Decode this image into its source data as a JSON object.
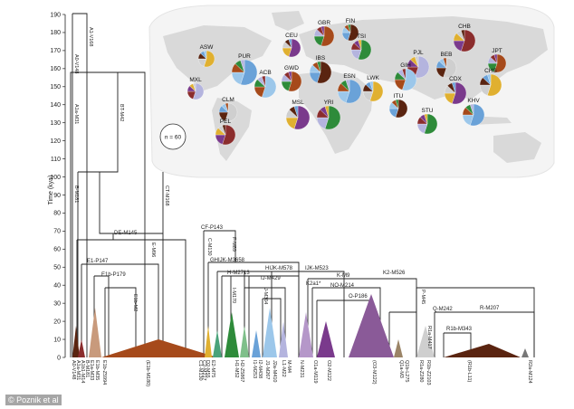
{
  "axis": {
    "ylabel": "Time (kya)",
    "ticks": [
      "190",
      "180",
      "170",
      "160",
      "150",
      "140",
      "130",
      "120",
      "110",
      "100",
      "90",
      "80",
      "70",
      "60",
      "50",
      "40",
      "30",
      "20",
      "10",
      "0"
    ]
  },
  "branch_labels": {
    "a0_v148": "A0-V148",
    "a1_v168": "A1-V168",
    "a1a_m31": "A1a-M31",
    "bt_m42": "BT-M42",
    "b_m181": "B-M181",
    "ct_m168": "CT-M168",
    "de_m145": "DE-M145",
    "e_m96": "E-M96",
    "cf_p143": "CF-P143",
    "c_m130": "C-M130",
    "f_m89": "F-M89",
    "e1_p147": "E1-P147",
    "e1b_p179": "E1b-P179",
    "e1b_m2": "E1b-M2",
    "ghijk_m3658": "GHIJK-M3658",
    "hijk_m578": "HIJK-M578",
    "ijk_m523": "IJK-M523",
    "k_m9": "K-M9",
    "k2_m526": "K2-M526",
    "p_m45": "P-M45",
    "r_m207": "R-M207",
    "r1b_m343": "R1b-M343",
    "r1a_m417": "R1a-M417",
    "q_m242": "Q-M242",
    "o_p186": "O-P186",
    "no_m214": "NO-M214",
    "k2a1": "K2a1*",
    "ij_m429": "IJ-M429",
    "j_m304": "J-M304",
    "i_m170": "I-M170",
    "g_m201": "G-M201",
    "h_m2713": "H-M2713"
  },
  "tips": [
    "A0-V148",
    "A1a-M31",
    "A1b1-M14",
    "B-M181",
    "E1a-M33",
    "E1b-M35",
    "E1b-Z5994",
    "(E1b-M180)",
    "C1-M130",
    "C2-M217",
    "D2-M55",
    "E2-M75",
    "H1-M52",
    "H2-Z5867",
    "I1-M253",
    "I2-M438",
    "J1-M267",
    "J2a-M410",
    "L1-M22",
    "M-M4",
    "N-M231",
    "O1a-M119",
    "O2-M122",
    "(O3-M122)",
    "Q1a-M3",
    "Q1b-L275",
    "R1a-Z280",
    "R1b-Z2103",
    "(R1b-L11)",
    "R2a-M124"
  ],
  "map": {
    "populations": [
      "GBR",
      "FIN",
      "CEU",
      "TSI",
      "PUR",
      "ASW",
      "MXL",
      "ACB",
      "CLM",
      "PEL",
      "GWD",
      "IBS",
      "MSL",
      "YRI",
      "ESN",
      "LWK",
      "PJL",
      "GIH",
      "BEB",
      "CHB",
      "JPT",
      "ITU",
      "CDX",
      "STU",
      "KHV",
      "CHS"
    ],
    "scale_label": "n = 60"
  },
  "colors": {
    "map_land": "#dcdcdc",
    "branch_line": "#222222",
    "african_brown": "#a64a1b",
    "dark_brown": "#5a2410",
    "purple_east_asia": "#7a3a8c",
    "green_south_asia": "#2e8b3a",
    "blue": "#6aa2d8"
  },
  "credit": "© Poznik et al"
}
